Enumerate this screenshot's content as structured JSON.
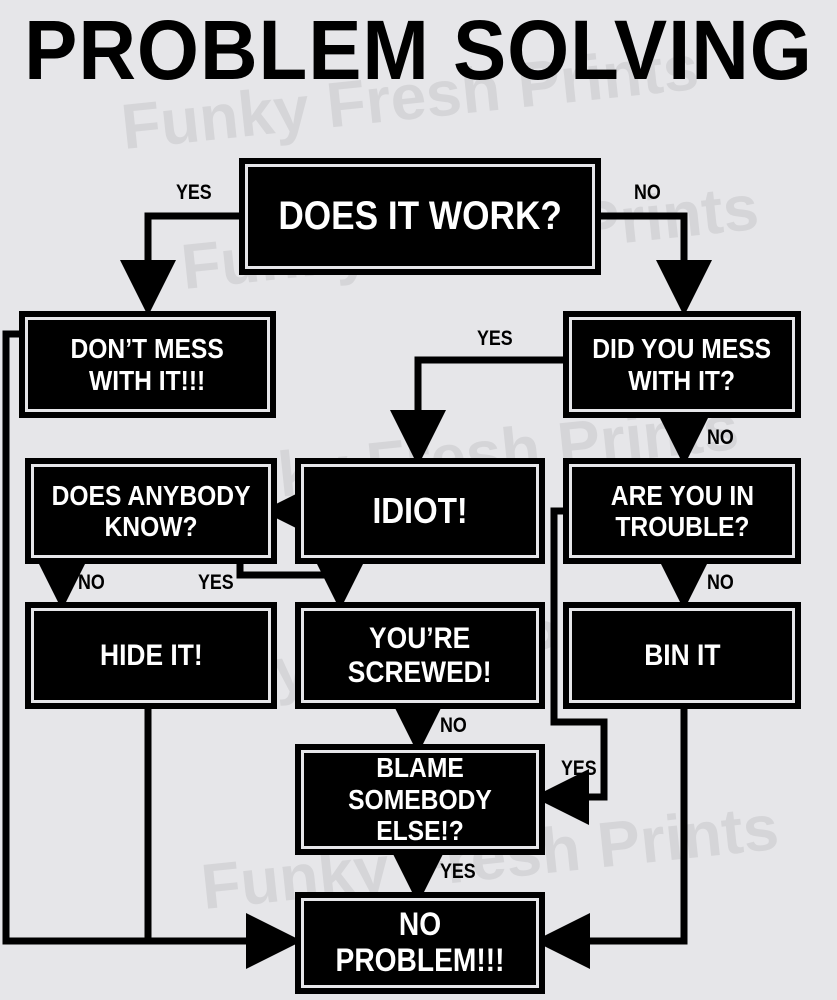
{
  "title": "PROBLEM SOLVING",
  "watermark": "Funky Fresh Prints",
  "nodes": {
    "does_it_work": "DOES IT WORK?",
    "dont_mess": "DON’T MESS\nWITH IT!!!",
    "did_you_mess": "DID YOU MESS\nWITH IT?",
    "idiot": "IDIOT!",
    "does_anybody_know": "DOES ANYBODY\nKNOW?",
    "are_you_in_trouble": "ARE YOU IN\nTROUBLE?",
    "hide_it": "HIDE IT!",
    "youre_screwed": "YOU’RE\nSCREWED!",
    "bin_it": "BIN IT",
    "blame": "BLAME\nSOMEBODY ELSE!?",
    "no_problem": "NO PROBLEM!!!"
  },
  "labels": {
    "work_yes": "YES",
    "work_no": "NO",
    "mess_yes": "YES",
    "mess_no": "NO",
    "know_no": "NO",
    "know_yes": "YES",
    "trouble_no": "NO",
    "screwed_no": "NO",
    "trouble_yes": "YES",
    "blame_yes": "YES"
  },
  "colors": {
    "background": "#e6e6e9",
    "box_fill": "#000000",
    "box_text": "#ffffff",
    "line": "#000000"
  }
}
